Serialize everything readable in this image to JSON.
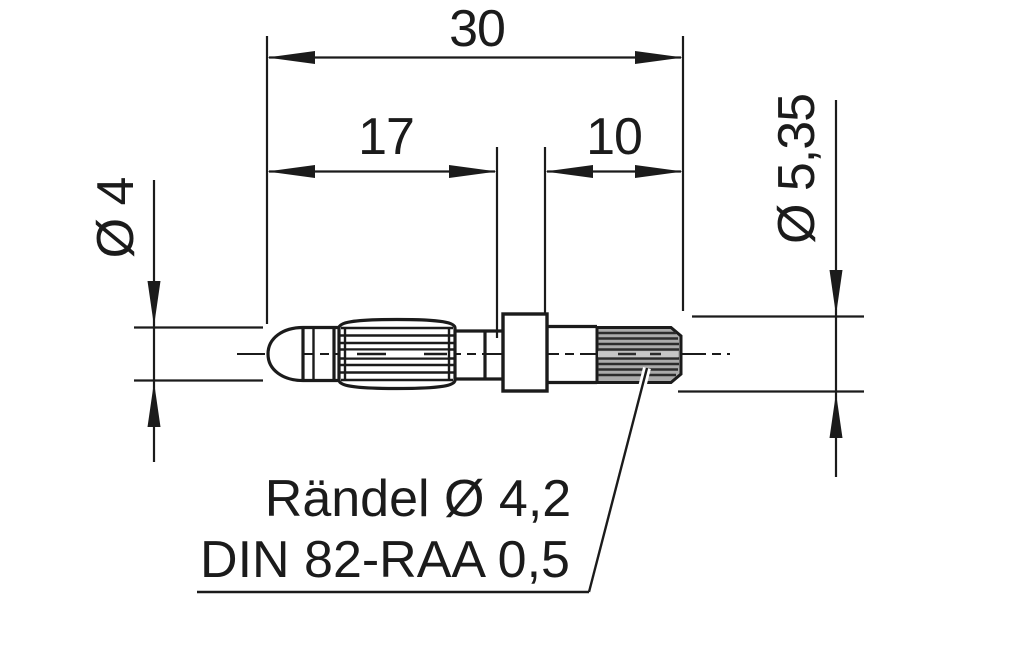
{
  "drawing": {
    "type": "technical-dimension-drawing",
    "subject": "4 mm banana plug connector, side view",
    "colors": {
      "background": "#ffffff",
      "line": "#1b1b1b",
      "knurl_fill": "#ababab",
      "knurl_stripe": "#2c2c2c",
      "knurl_center_band": "#c6c6c6"
    },
    "dimensions": {
      "overall_length": {
        "label": "30"
      },
      "pin_length": {
        "label": "17"
      },
      "sleeve_length": {
        "label": "10"
      },
      "pin_diameter": {
        "label": "Ø 4"
      },
      "collar_diameter": {
        "label": "Ø 5,35"
      }
    },
    "callout": {
      "line1": "Rändel Ø 4,2",
      "line2": "DIN 82-RAA 0,5"
    }
  }
}
